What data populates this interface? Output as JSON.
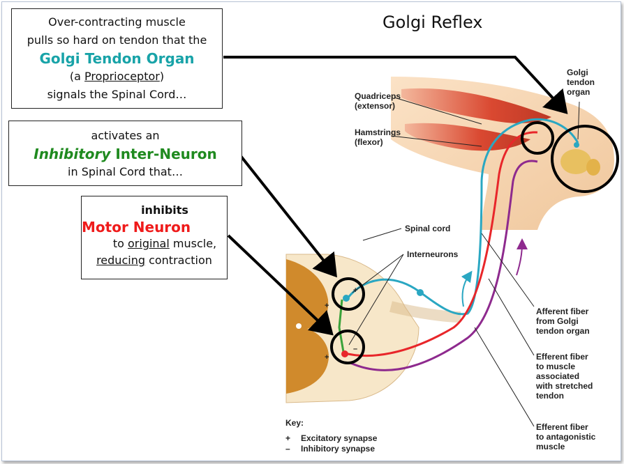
{
  "title": "Golgi Reflex",
  "box1": {
    "line1": "Over-contracting muscle",
    "line2": "pulls so hard on tendon that the",
    "highlight": "Golgi Tendon Organ",
    "line4_pre": "(a ",
    "line4_ul": "Proprioceptor",
    "line4_post": ")",
    "line5": "signals the Spinal Cord…"
  },
  "box2": {
    "line1": "activates an",
    "highlight_italic": "Inhibitory",
    "highlight_rest": " Inter-Neuron",
    "line3": "in Spinal Cord that…"
  },
  "box3": {
    "line1": "inhibits",
    "highlight": "Motor Neuron",
    "line3_pre": "to ",
    "line3_ul": "original",
    "line3_post": " muscle,",
    "line4_ul": "reducing",
    "line4_post": " contraction"
  },
  "labels": {
    "golgi_organ": [
      "Golgi",
      "tendon",
      "organ"
    ],
    "quadriceps": [
      "Quadriceps",
      "(extensor)"
    ],
    "hamstrings": [
      "Hamstrings",
      "(flexor)"
    ],
    "spinal_cord": "Spinal cord",
    "interneurons": "Interneurons",
    "afferent": [
      "Afferent fiber",
      "from Golgi",
      "tendon organ"
    ],
    "efferent_stretched": [
      "Efferent fiber",
      "to muscle",
      "associated",
      "with stretched",
      "tendon"
    ],
    "efferent_antagonistic": [
      "Efferent fiber",
      "to antagonistic",
      "muscle"
    ]
  },
  "key": {
    "title": "Key:",
    "items": [
      {
        "symbol": "+",
        "label": "Excitatory synapse"
      },
      {
        "symbol": "–",
        "label": "Inhibitory synapse"
      }
    ]
  },
  "colors": {
    "afferent": "#2aa7c2",
    "motor": "#e8262a",
    "antagonist": "#8e2a8e",
    "interneuron": "#3aa23a",
    "teal_text": "#18a3a8",
    "green_text": "#1f8a1f",
    "red_text": "#ef1b1b"
  }
}
